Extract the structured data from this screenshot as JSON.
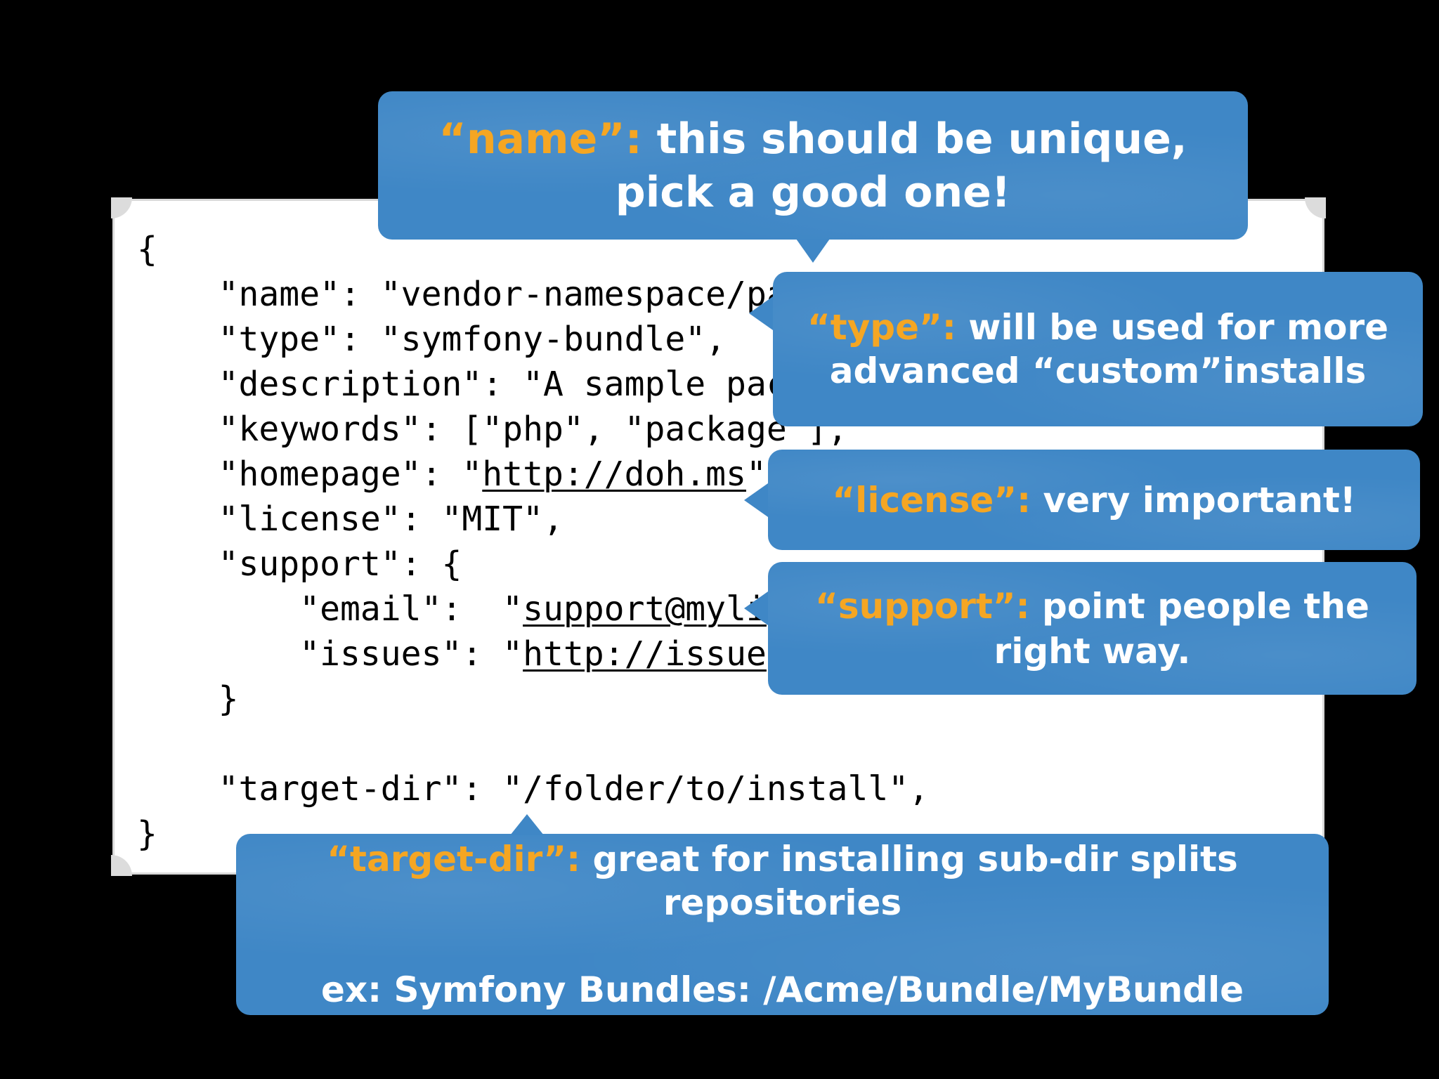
{
  "code_lines": [
    "{",
    "    \"name\": \"vendor-namespace/pa",
    "    \"type\": \"symfony-bundle\",",
    "    \"description\": \"A sample pac",
    "    \"keywords\": [\"php\", \"package\"],",
    "    \"homepage\": \"",
    "    \"license\": \"MIT\",",
    "    \"support\": {",
    "        \"email\":  \"",
    "        \"issues\": \"",
    "    }",
    "",
    "    \"target-dir\": \"/folder/to/install\",",
    "}"
  ],
  "code_links": {
    "homepage": "http://doh.ms",
    "homepage_suffix": "\"",
    "email": "support@myli",
    "issues": "http://issue"
  },
  "callouts": {
    "name": {
      "key": "“name”:",
      "text": " this should be unique, pick a good one!"
    },
    "type": {
      "key": "“type”:",
      "text": " will be used for more advanced “custom”installs"
    },
    "license": {
      "key": "“license”:",
      "text": " very important!"
    },
    "support": {
      "key": "“support”:",
      "text": " point people the right way."
    },
    "target_dir": {
      "key": "“target-dir”:",
      "text": " great for installing sub-dir splits repositories",
      "example": "ex: Symfony Bundles: /Acme/Bundle/MyBundle"
    }
  },
  "colors": {
    "background": "#000000",
    "bubble": "#3f87c6",
    "key_highlight": "#f5a623",
    "bubble_text": "#ffffff",
    "code_text": "#000000",
    "card": "#ffffff"
  }
}
